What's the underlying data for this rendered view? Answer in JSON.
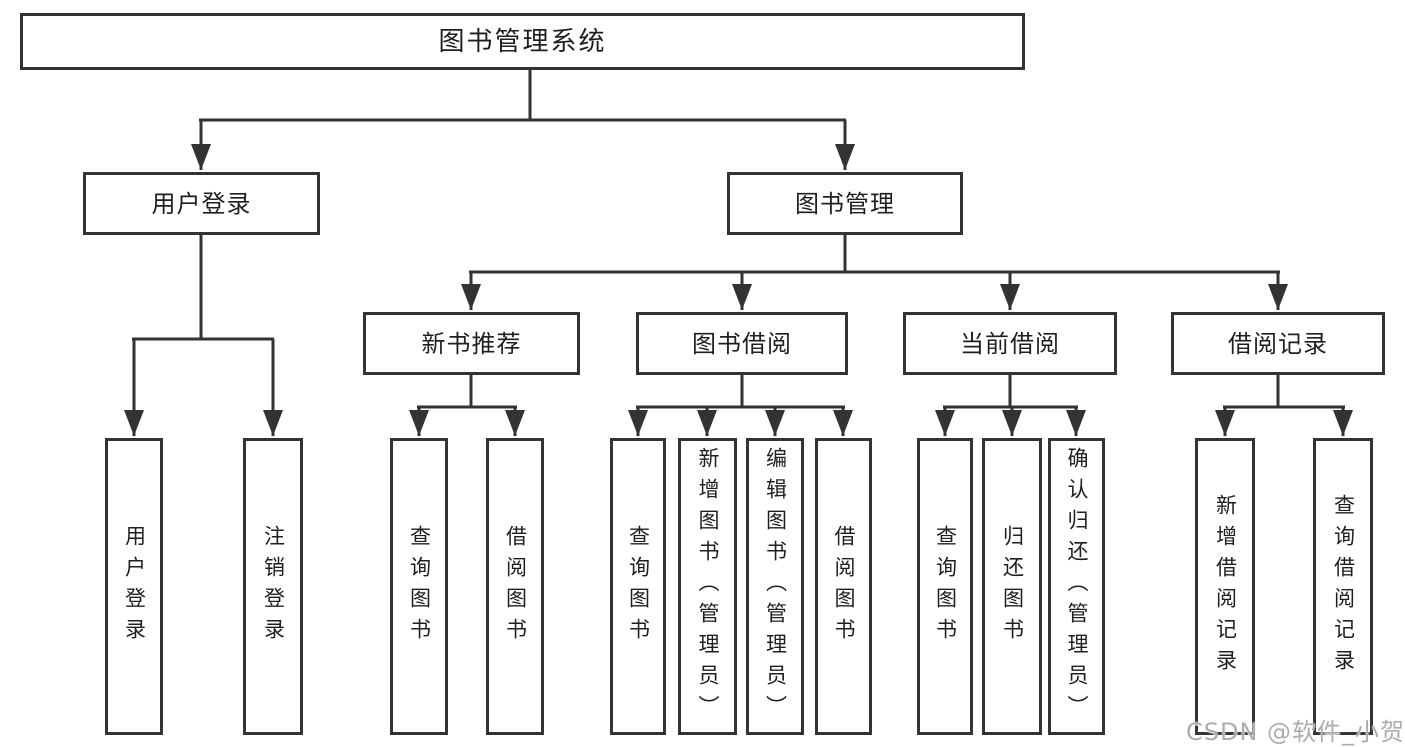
{
  "watermark": "CSDN @软件_小贺同学",
  "colors": {
    "line": "#333333",
    "box_border": "#333333",
    "text": "#1f1f1f",
    "watermark": "#adadad",
    "background": "#ffffff"
  },
  "tree": {
    "root": "图书管理系统",
    "branches": [
      {
        "label": "用户登录",
        "children": [
          "用户登录",
          "注销登录"
        ]
      },
      {
        "label": "图书管理",
        "children": [
          {
            "label": "新书推荐",
            "children": [
              "查询图书",
              "借阅图书"
            ]
          },
          {
            "label": "图书借阅",
            "children": [
              "查询图书",
              "新增图书（管理员）",
              "编辑图书（管理员）",
              "借阅图书"
            ]
          },
          {
            "label": "当前借阅",
            "children": [
              "查询图书",
              "归还图书",
              "确认归还（管理员）"
            ]
          },
          {
            "label": "借阅记录",
            "children": [
              "新增借阅记录",
              "查询借阅记录"
            ]
          }
        ]
      }
    ]
  }
}
